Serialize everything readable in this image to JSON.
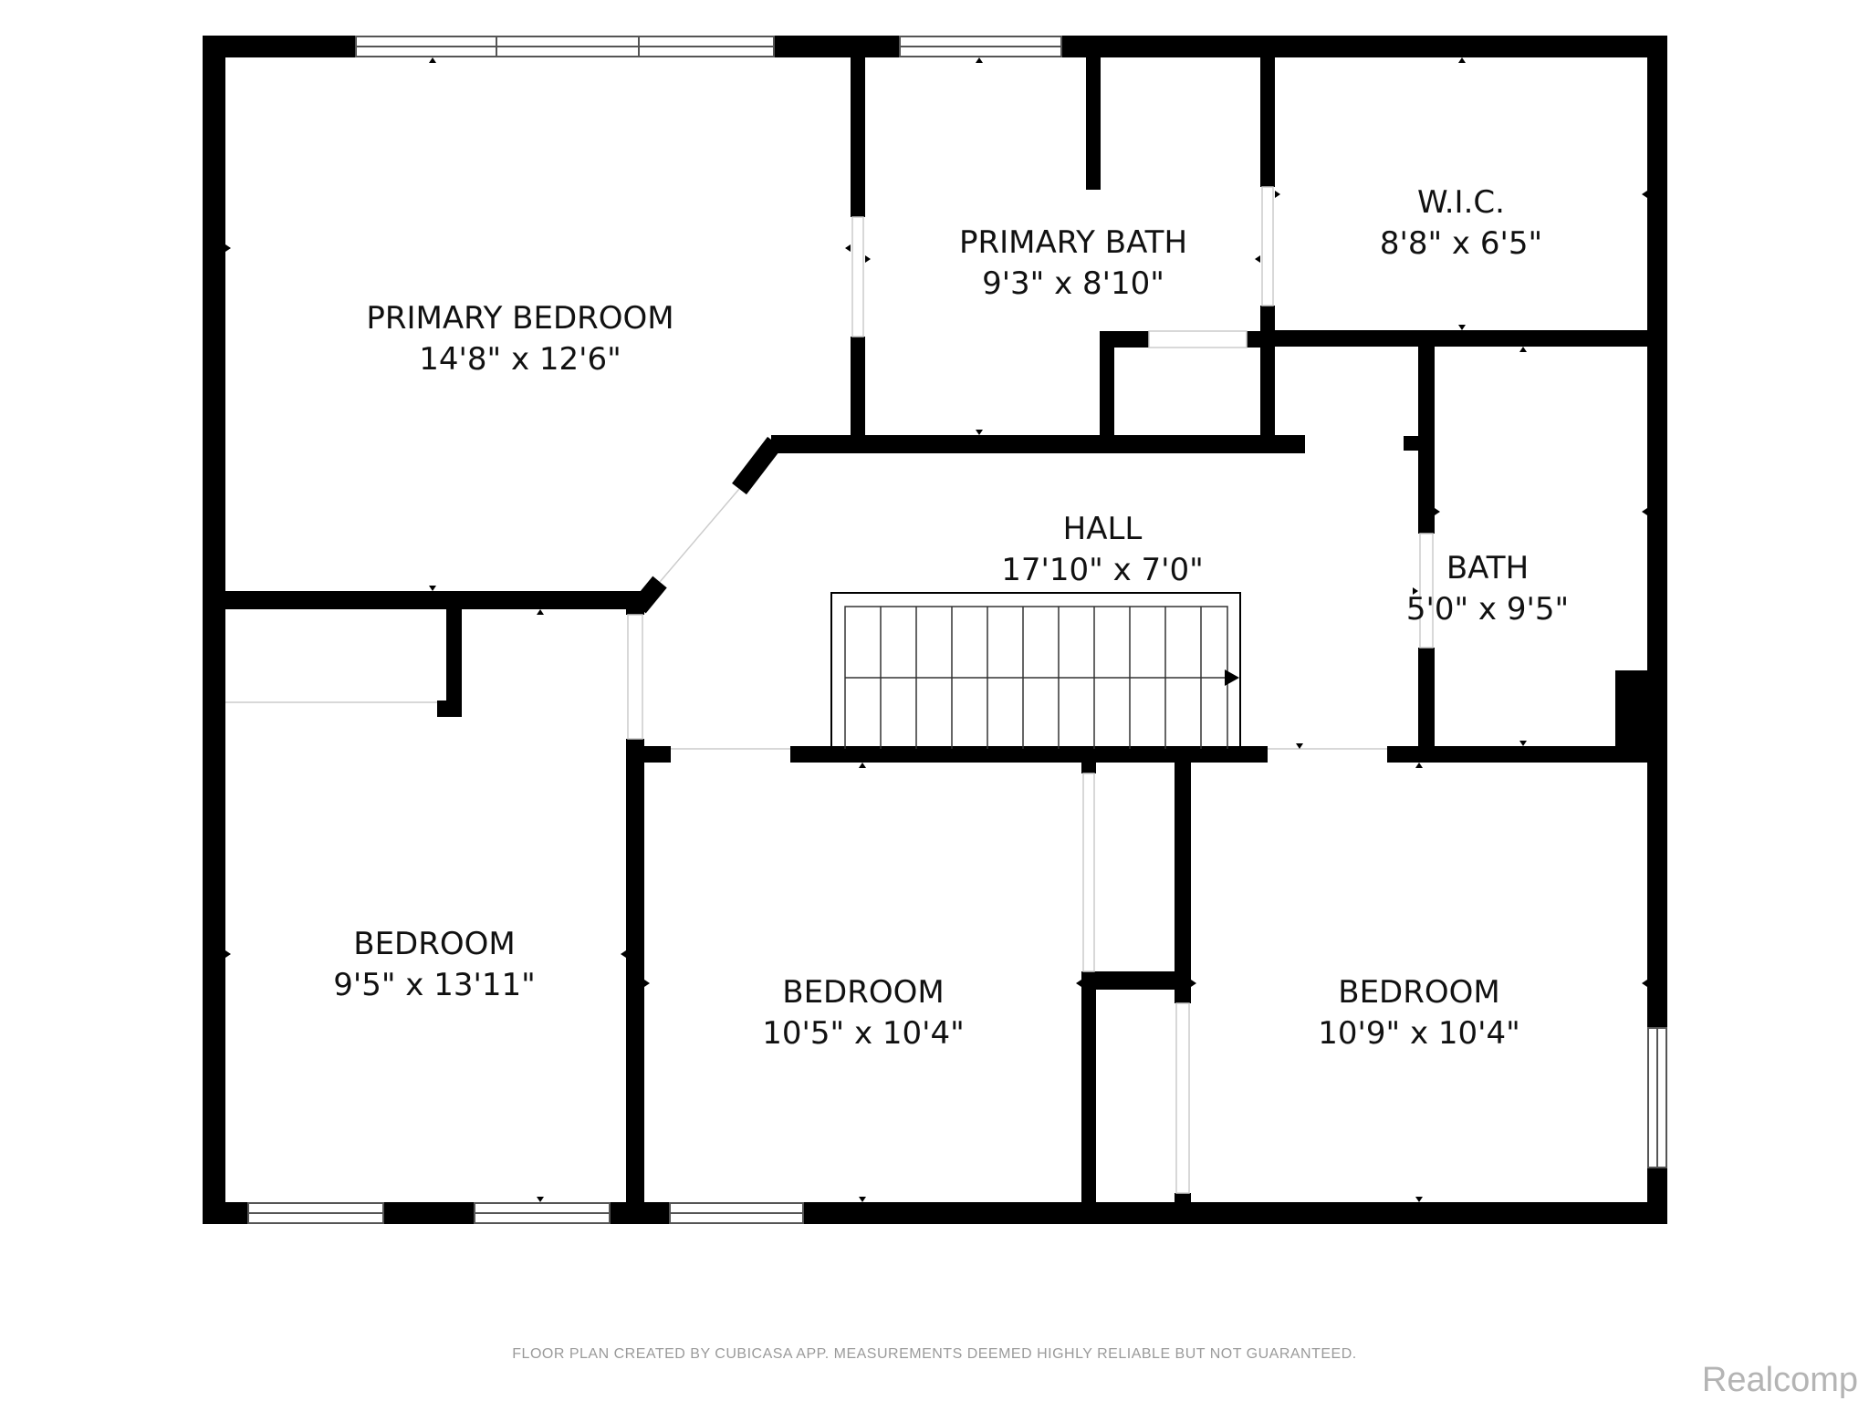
{
  "rooms": {
    "primary_bedroom": {
      "name": "PRIMARY BEDROOM",
      "size": "14'8\" x 12'6\""
    },
    "primary_bath": {
      "name": "PRIMARY BATH",
      "size": "9'3\" x 8'10\""
    },
    "wic": {
      "name": "W.I.C.",
      "size": "8'8\" x 6'5\""
    },
    "hall": {
      "name": "HALL",
      "size": "17'10\" x 7'0\""
    },
    "bath": {
      "name": "BATH",
      "size": "5'0\" x 9'5\""
    },
    "bedroom_left": {
      "name": "BEDROOM",
      "size": "9'5\" x 13'11\""
    },
    "bedroom_middle": {
      "name": "BEDROOM",
      "size": "10'5\" x 10'4\""
    },
    "bedroom_right": {
      "name": "BEDROOM",
      "size": "10'9\" x 10'4\""
    }
  },
  "footer": {
    "disclaimer": "FLOOR PLAN CREATED BY CUBICASA APP. MEASUREMENTS DEEMED HIGHLY RELIABLE BUT NOT GUARANTEED."
  },
  "watermark": {
    "text": "Realcomp"
  },
  "colors": {
    "wall": "#000000",
    "background": "#ffffff",
    "window_line": "#555555",
    "footer_text": "#9a9a9a",
    "watermark": "#b4b4b4"
  }
}
